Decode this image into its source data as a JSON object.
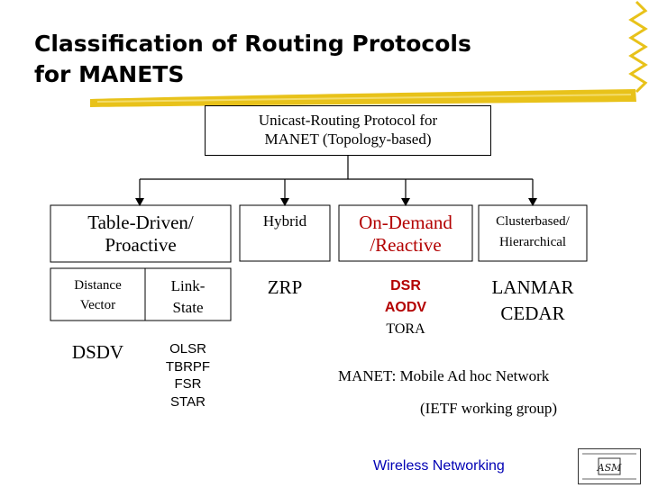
{
  "title": {
    "line1": "Classification of Routing Protocols",
    "line2": "for MANETS"
  },
  "colors": {
    "accent_bar": "#e8c21a",
    "red_text": "#b30000",
    "footer_blue": "#0000b4"
  },
  "root": {
    "line1": "Unicast-Routing Protocol for",
    "line2": "MANET  (Topology-based)"
  },
  "categories": {
    "table_driven": {
      "line1": "Table-Driven/",
      "line2": "Proactive"
    },
    "hybrid": "Hybrid",
    "on_demand": {
      "line1": "On-Demand",
      "line2": "/Reactive"
    },
    "cluster": {
      "line1": "Clusterbased/",
      "line2": "Hierarchical"
    }
  },
  "table_driven_sub": {
    "distance_vector": {
      "line1": "Distance",
      "line2": "Vector"
    },
    "link_state": {
      "line1": "Link-",
      "line2": "State"
    }
  },
  "protocols": {
    "distance_vector": [
      "DSDV"
    ],
    "link_state": [
      "OLSR",
      "TBRPF",
      "FSR",
      "STAR"
    ],
    "hybrid": [
      "ZRP"
    ],
    "on_demand": [
      "DSR",
      "AODV",
      "TORA"
    ],
    "cluster": [
      "LANMAR",
      "CEDAR"
    ]
  },
  "note": {
    "line1": "MANET: Mobile Ad hoc Network",
    "line2": "(IETF working group)"
  },
  "footer": "Wireless Networking",
  "logo_text": "ASM"
}
